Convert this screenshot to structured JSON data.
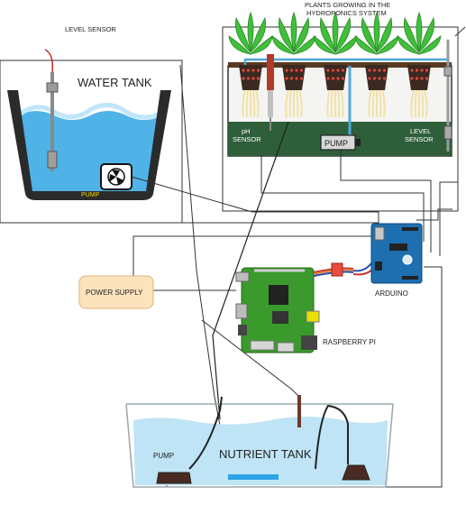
{
  "labels": {
    "level_sensor_top": "LEVEL SENSOR",
    "water_tank": "WATER TANK",
    "pump_water": "PUMP",
    "plants_line1": "PLANTS GROWING IN THE",
    "plants_line2": "HYDROPONICS SYSTEM",
    "ph_line1": "pH",
    "ph_line2": "SENSOR",
    "pump_hydro": "PUMP",
    "level_line1": "LEVEL",
    "level_line2": "SENSOR",
    "power_supply": "POWER SUPPLY",
    "arduino": "ARDUINO",
    "raspberry_pi": "RASPBERRY PI",
    "pump_nutrient": "PUMP",
    "nutrient_tank": "NUTRIENT TANK"
  },
  "colors": {
    "water": "#4fb3e8",
    "tank_wall": "#2b2b2b",
    "plant_green": "#3fbf3a",
    "hydro_bg": "#2e5e3a",
    "power_supply_fill": "#fde3bd",
    "pcb_green": "#3a9a2c",
    "arduino_blue": "#1e6fb0",
    "wire": "#333333"
  },
  "icons": {
    "water_pump": "fan-pump-icon",
    "sensor_probe": "probe-icon",
    "plant": "plant-icon"
  }
}
